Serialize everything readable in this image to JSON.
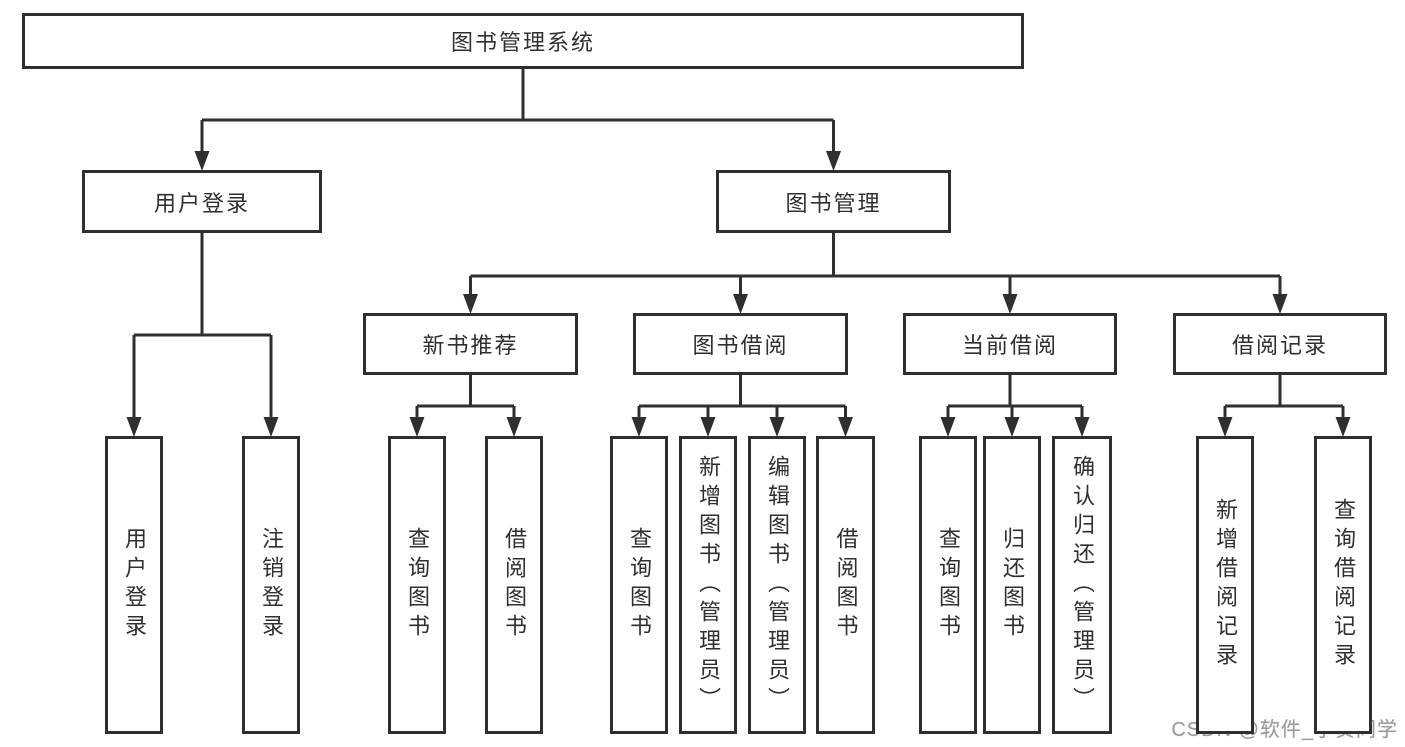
{
  "title": "图书管理系统",
  "watermark": {
    "text": "CSDN @软件_小贺同学"
  },
  "colors": {
    "line": "#2f2f2f",
    "text": "#2f2f2f",
    "box_background": "#ffffff",
    "page_background": "#ffffff",
    "watermark": "#9b9b9b"
  },
  "diagram": {
    "type": "tree",
    "nodes": [
      {
        "id": "root",
        "label": "图书管理系统",
        "parent": null,
        "orientation": "horizontal"
      },
      {
        "id": "user-login",
        "label": "用户登录",
        "parent": "root",
        "orientation": "horizontal"
      },
      {
        "id": "book-mgmt",
        "label": "图书管理",
        "parent": "root",
        "orientation": "horizontal"
      },
      {
        "id": "new-book-rec",
        "label": "新书推荐",
        "parent": "book-mgmt",
        "orientation": "horizontal"
      },
      {
        "id": "book-borrow",
        "label": "图书借阅",
        "parent": "book-mgmt",
        "orientation": "horizontal"
      },
      {
        "id": "current-borrow",
        "label": "当前借阅",
        "parent": "book-mgmt",
        "orientation": "horizontal"
      },
      {
        "id": "borrow-records",
        "label": "借阅记录",
        "parent": "book-mgmt",
        "orientation": "horizontal"
      },
      {
        "id": "login",
        "label": "用户登录",
        "parent": "user-login",
        "orientation": "vertical"
      },
      {
        "id": "logout",
        "label": "注销登录",
        "parent": "user-login",
        "orientation": "vertical"
      },
      {
        "id": "rec-query-book",
        "label": "查询图书",
        "parent": "new-book-rec",
        "orientation": "vertical"
      },
      {
        "id": "rec-borrow-book",
        "label": "借阅图书",
        "parent": "new-book-rec",
        "orientation": "vertical"
      },
      {
        "id": "bb-query-book",
        "label": "查询图书",
        "parent": "book-borrow",
        "orientation": "vertical"
      },
      {
        "id": "bb-add-book",
        "label": "新增图书（管理员）",
        "parent": "book-borrow",
        "orientation": "vertical"
      },
      {
        "id": "bb-edit-book",
        "label": "编辑图书（管理员）",
        "parent": "book-borrow",
        "orientation": "vertical"
      },
      {
        "id": "bb-borrow-book",
        "label": "借阅图书",
        "parent": "book-borrow",
        "orientation": "vertical"
      },
      {
        "id": "cb-query-book",
        "label": "查询图书",
        "parent": "current-borrow",
        "orientation": "vertical"
      },
      {
        "id": "cb-return-book",
        "label": "归还图书",
        "parent": "current-borrow",
        "orientation": "vertical"
      },
      {
        "id": "cb-confirm-return",
        "label": "确认归还（管理员）",
        "parent": "current-borrow",
        "orientation": "vertical"
      },
      {
        "id": "br-add-record",
        "label": "新增借阅记录",
        "parent": "borrow-records",
        "orientation": "vertical"
      },
      {
        "id": "br-query-record",
        "label": "查询借阅记录",
        "parent": "borrow-records",
        "orientation": "vertical"
      }
    ]
  }
}
